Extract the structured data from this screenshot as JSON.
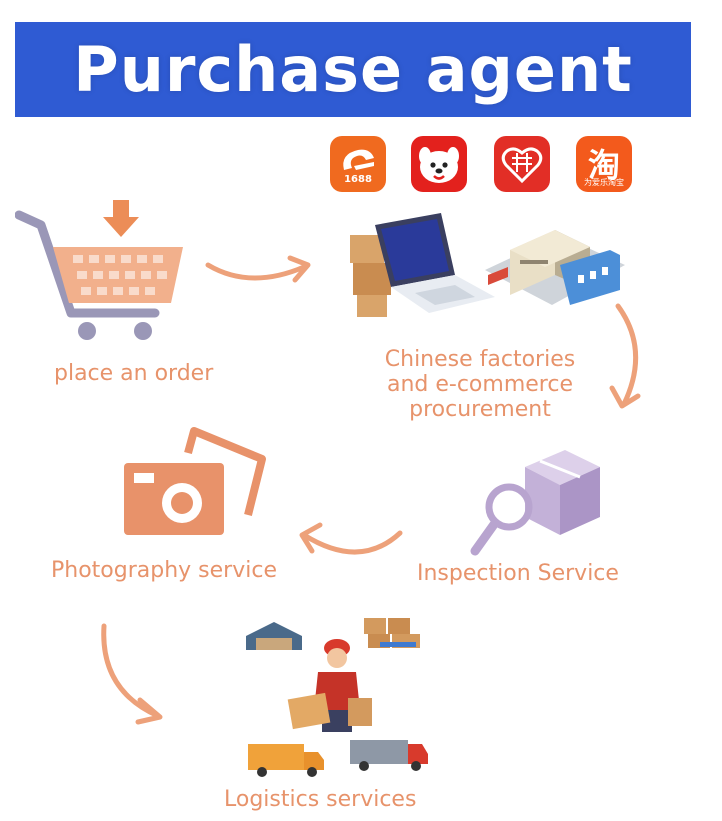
{
  "banner": {
    "title": "Purchase agent"
  },
  "platforms": [
    {
      "icon": "alibaba-1688-icon",
      "badge": "1688"
    },
    {
      "icon": "jd-dog-icon"
    },
    {
      "icon": "pinduoduo-icon"
    },
    {
      "icon": "taobao-icon",
      "glyph": "淘",
      "tagline": "为爱乐淘宝"
    }
  ],
  "steps": {
    "order": "place an order",
    "procurement": [
      "Chinese factories",
      "and e-commerce",
      "procurement"
    ],
    "inspection": "Inspection Service",
    "photography": "Photography service",
    "logistics": "Logistics services"
  },
  "colors": {
    "accent": "#2f5bd3",
    "peach": "#e7936b",
    "lavender": "#c9b7dc",
    "orange": "#ee6a2b"
  }
}
